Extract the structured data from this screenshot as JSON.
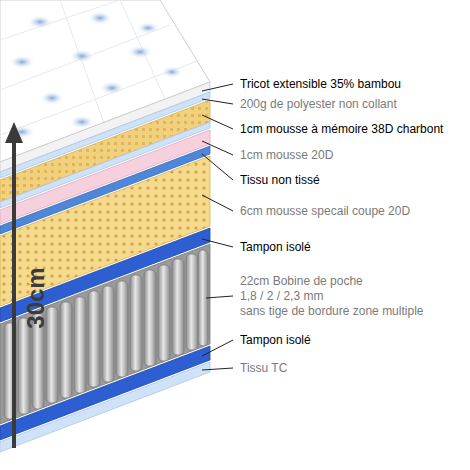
{
  "diagram": {
    "labels": [
      "Tricot extensible 35% bambou",
      "200g de polyester non collant",
      "1cm mousse à mémoire 38D charbont",
      "1cm mousse 20D",
      "Tissu non tissé",
      "6cm mousse specail coupe 20D",
      "Tampon isolé",
      "22cm Bobine de poche 1,8 / 2 / 2,3 mm sans tige de bordure zone multiple",
      "Tampon isolé",
      "Tissu TC",
      "30cm"
    ]
  }
}
